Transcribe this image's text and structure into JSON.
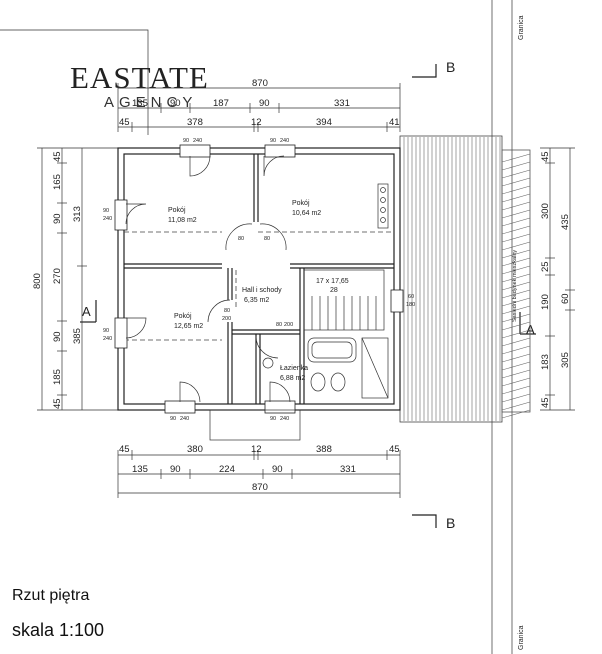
{
  "logo": {
    "name": "EASTATE",
    "sub": "AGENCY"
  },
  "section_marks": {
    "top": "B",
    "bottom": "B",
    "left": "A",
    "right": "A"
  },
  "boundary_label": "Granica",
  "neighbor_label": "Sasiedni budynek mieszkalny",
  "rooms": [
    {
      "name": "Pokój",
      "area": "11,08 m2"
    },
    {
      "name": "Pokój",
      "area": "10,64 m2"
    },
    {
      "name": "Pokój",
      "area": "12,65 m2"
    },
    {
      "name": "Hall i schody",
      "area": "6,35 m2"
    },
    {
      "name": "Łazienka",
      "area": "6,88 m2"
    }
  ],
  "stairs": {
    "spec": "17 x 17,65",
    "depth": "28"
  },
  "dims_top": {
    "overall": "870",
    "row1": [
      "135",
      "90",
      "187",
      "90",
      "331"
    ],
    "row2": [
      "45",
      "378",
      "12",
      "394",
      "41"
    ]
  },
  "dims_bottom": {
    "row1": [
      "45",
      "380",
      "12",
      "388",
      "45"
    ],
    "row2": [
      "135",
      "90",
      "224",
      "90",
      "331"
    ],
    "overall": "870"
  },
  "dims_left": {
    "overall": "800",
    "outer": [
      "45",
      "165",
      "90",
      "270",
      "90",
      "185",
      "45"
    ],
    "inner": [
      "313",
      "385"
    ]
  },
  "dims_right": {
    "outer": [
      "45",
      "300",
      "25",
      "190",
      "183",
      "45"
    ],
    "inner": [
      "435",
      "60",
      "305"
    ]
  },
  "window_marks": {
    "w90_240": [
      "90",
      "240"
    ],
    "w80_200": [
      "80",
      "200"
    ],
    "w60_180": [
      "60",
      "180"
    ]
  },
  "title": "Rzut piętra",
  "scale": "skala 1:100"
}
